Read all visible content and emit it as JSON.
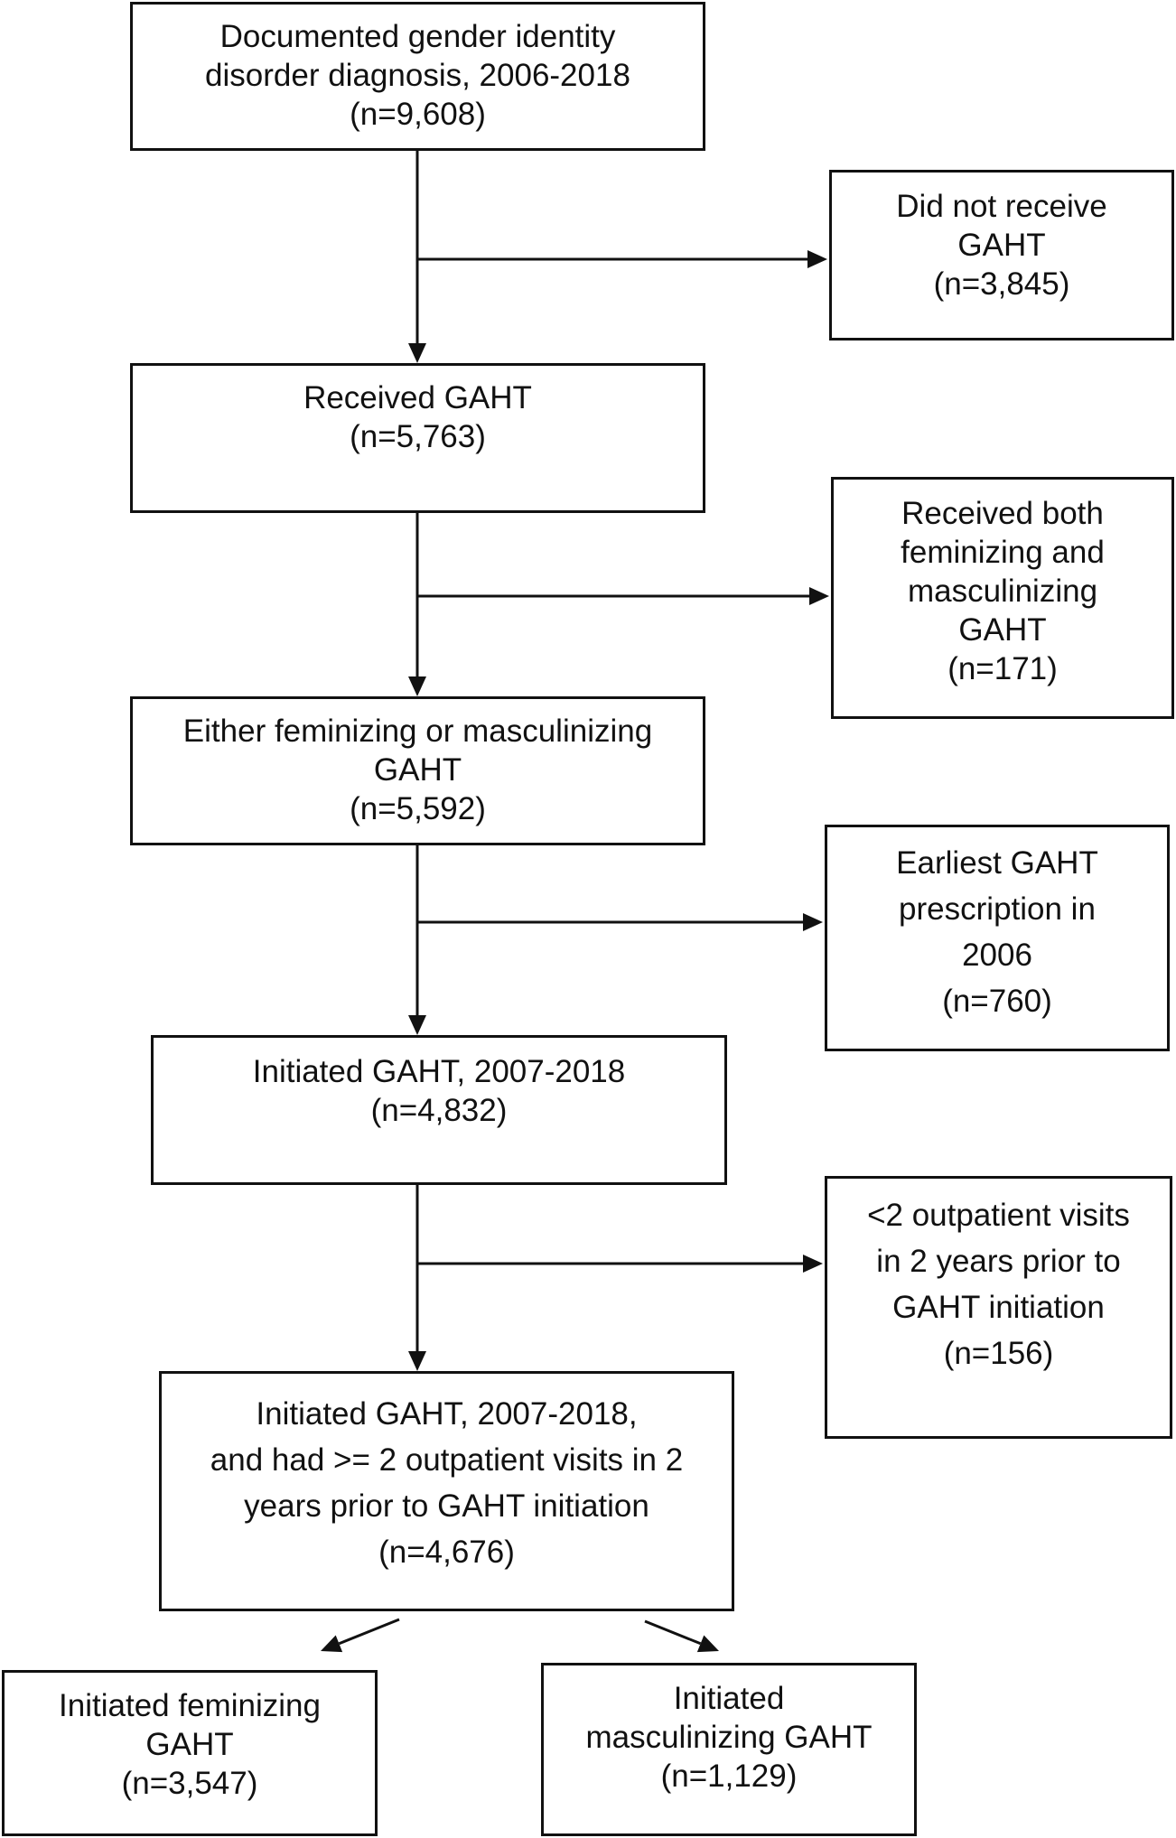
{
  "flowchart": {
    "main": [
      {
        "id": "diagnosis",
        "lines": [
          "Documented gender identity",
          "disorder diagnosis, 2006-2018",
          "(n=9,608)"
        ]
      },
      {
        "id": "received",
        "lines": [
          "Received GAHT",
          "(n=5,763)"
        ]
      },
      {
        "id": "either",
        "lines": [
          "Either feminizing or masculinizing",
          "GAHT",
          "(n=5,592)"
        ]
      },
      {
        "id": "initiated",
        "lines": [
          "Initiated GAHT, 2007-2018",
          "(n=4,832)"
        ]
      },
      {
        "id": "visits",
        "lines": [
          "Initiated GAHT, 2007-2018,",
          "and had >= 2 outpatient visits in 2",
          "years prior to GAHT initiation",
          "(n=4,676)"
        ]
      }
    ],
    "exclusions": [
      {
        "id": "no-gaht",
        "lines": [
          "Did not receive",
          "GAHT",
          "(n=3,845)"
        ]
      },
      {
        "id": "both",
        "lines": [
          "Received both",
          "feminizing and",
          "masculinizing",
          "GAHT",
          "(n=171)"
        ]
      },
      {
        "id": "earliest",
        "lines": [
          "Earliest GAHT",
          "prescription in",
          "2006",
          "(n=760)"
        ]
      },
      {
        "id": "few-visits",
        "lines": [
          "<2 outpatient visits",
          "in 2 years prior to",
          "GAHT initiation",
          "(n=156)"
        ]
      }
    ],
    "outcomes": [
      {
        "id": "feminizing",
        "lines": [
          "Initiated feminizing",
          "GAHT",
          "(n=3,547)"
        ]
      },
      {
        "id": "masculinizing",
        "lines": [
          "Initiated",
          "masculinizing GAHT",
          "(n=1,129)"
        ]
      }
    ],
    "line_color": "#111111"
  }
}
